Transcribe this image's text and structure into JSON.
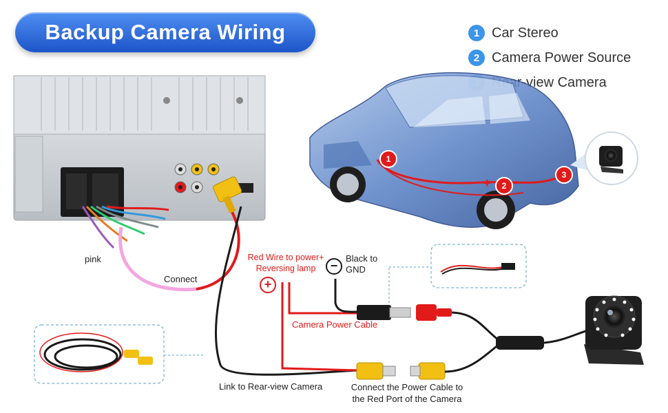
{
  "title": "Backup Camera Wiring",
  "legend": [
    {
      "number": "1",
      "label": "Car Stereo"
    },
    {
      "number": "2",
      "label": "Camera Power Source"
    },
    {
      "number": "3",
      "label": "Rear-view Camera"
    }
  ],
  "labels": {
    "pink": "pink",
    "connect": "Connect",
    "red_wire_line1": "Red Wire to power+",
    "red_wire_line2": "Reversing lamp",
    "black_line1": "Black to",
    "black_line2": "GND",
    "camera_power_cable": "Camera Power Cable",
    "link_to_camera": "Link to Rear-view Camera",
    "connect_power_line1": "Connect the Power Cable to",
    "connect_power_line2": "the Red Port of the Camera"
  },
  "car_markers": {
    "m1": "1",
    "m2": "2",
    "m3": "3",
    "plus": "+",
    "minus": "-"
  },
  "colors": {
    "accent_blue": "#3b95e8",
    "wire_red": "#e21a1a",
    "wire_black": "#1a1a1a",
    "rca_yellow": "#f2c012",
    "pink_wire": "#f4a6e0"
  }
}
